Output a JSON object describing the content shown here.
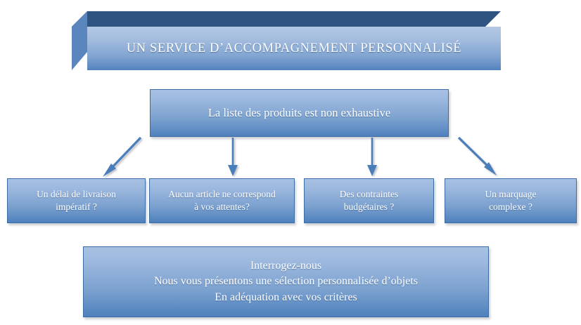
{
  "banner": {
    "title": "UN SERVICE  D’ACCOMPAGNEMENT  PERSONNALISÉ"
  },
  "main_box": {
    "text": "La liste des produits est non exhaustive"
  },
  "question_boxes": [
    {
      "line1": "Un délai de livraison",
      "line2": "impératif ?"
    },
    {
      "line1": "Aucun article ne correspond",
      "line2": "à vos attentes?"
    },
    {
      "line1": "Des contraintes",
      "line2": "budgétaires ?"
    },
    {
      "line1": "Un marquage",
      "line2": "complexe ?"
    }
  ],
  "conclusion_box": {
    "line1": "Interrogez-nous",
    "line2": "Nous vous présentons une sélection personnalisée d’objets",
    "line3": "En adéquation avec vos critères"
  },
  "arrows": [
    {
      "name": "arrow-to-delai",
      "direction": "down-left"
    },
    {
      "name": "arrow-to-article",
      "direction": "down"
    },
    {
      "name": "arrow-to-budget",
      "direction": "down"
    },
    {
      "name": "arrow-to-marquage",
      "direction": "down-right"
    }
  ],
  "colors": {
    "banner_top_face": "#2e5481",
    "banner_left_face": "#5b86bd",
    "box_gradient_top": "#a7c1e3",
    "box_gradient_bottom": "#4f81bd",
    "box_border": "#3c6ea5",
    "arrow": "#4a7ebb",
    "text": "#ffffff",
    "background": "#ffffff"
  }
}
